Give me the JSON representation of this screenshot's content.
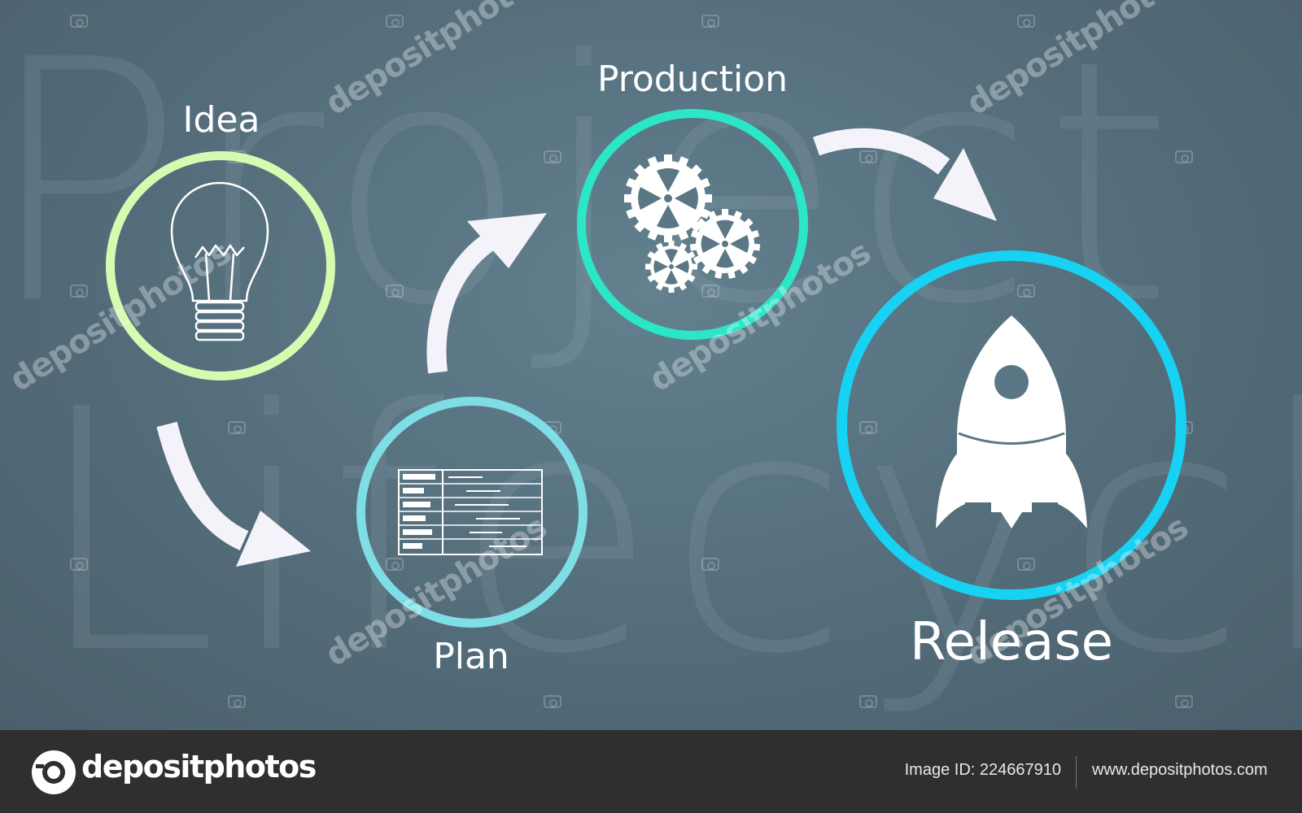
{
  "background_words": [
    "Project",
    "Lifecycle"
  ],
  "steps": [
    {
      "label": "Idea",
      "icon": "lightbulb-icon",
      "ring_color": "#d4fbb0"
    },
    {
      "label": "Plan",
      "icon": "gantt-chart-icon",
      "ring_color": "#7fdde6"
    },
    {
      "label": "Production",
      "icon": "gears-icon",
      "ring_color": "#2ce6c8"
    },
    {
      "label": "Release",
      "icon": "rocket-icon",
      "ring_color": "#17d2f2"
    }
  ],
  "watermark": {
    "text": "depositphotos"
  },
  "footer": {
    "brand": "depositphotos",
    "image_id": "Image ID: 224667910",
    "url": "www.depositphotos.com"
  },
  "colors": {
    "background": "#56707e",
    "footer": "#2f2f31",
    "arrow": "#f5f3fa",
    "icon": "#ffffff"
  }
}
